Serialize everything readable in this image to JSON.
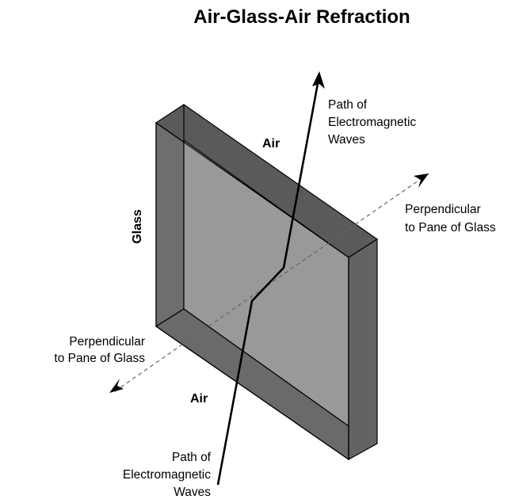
{
  "title": "Air-Glass-Air Refraction",
  "labels": {
    "air_top": "Air",
    "air_bottom": "Air",
    "glass": "Glass",
    "wave_top": [
      "Path of",
      "Electromagnetic",
      "Waves"
    ],
    "wave_bottom": [
      "Path of",
      "Electromagnetic",
      "Waves"
    ],
    "perp_right": [
      "Perpendicular",
      "to Pane of Glass"
    ],
    "perp_left": [
      "Perpendicular",
      "to Pane of Glass"
    ]
  },
  "colors": {
    "front_face": "#999999",
    "back_face_visible": "#7a7a7a",
    "top_face": "#5a5a5a",
    "right_face": "#636363",
    "left_face": "#6e6e6e",
    "bottom_face": "#6a6a6a",
    "outline": "#000000",
    "perpendicular": "#666666"
  }
}
